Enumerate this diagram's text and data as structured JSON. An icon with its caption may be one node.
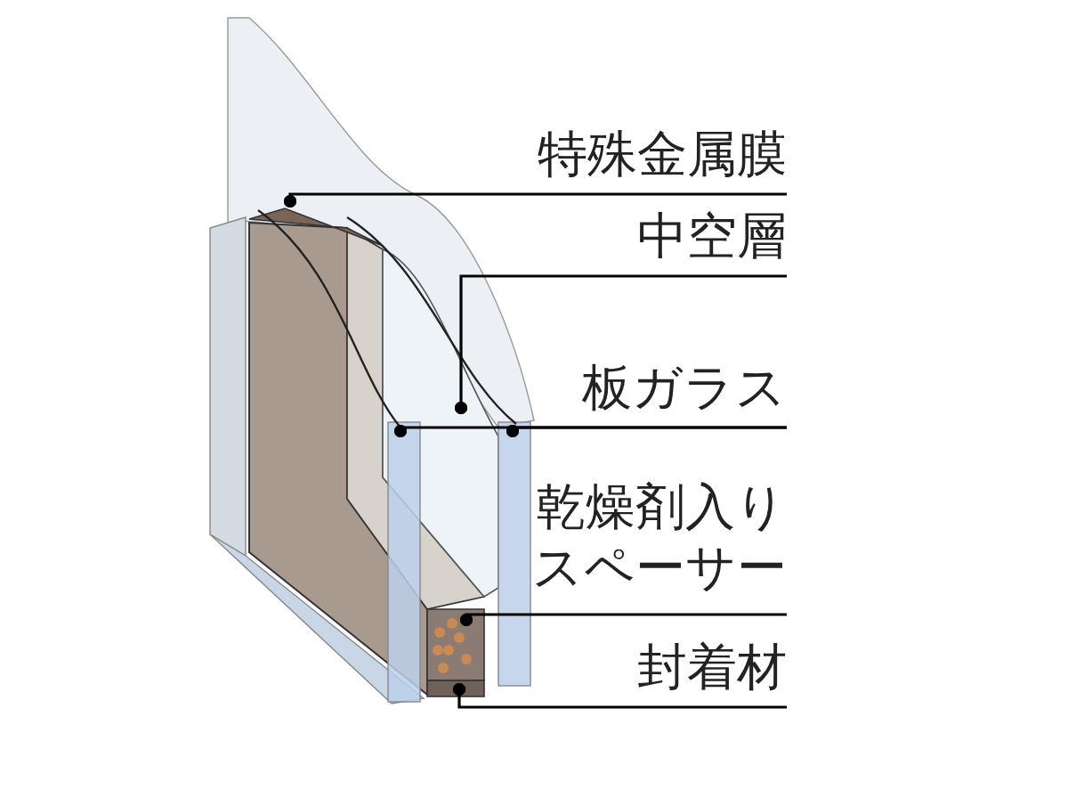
{
  "diagram": {
    "nodes": [
      {
        "text": [
          "特殊金属膜"
        ]
      },
      {
        "text": [
          "中空層"
        ]
      },
      {
        "text": [
          "板ガラス"
        ]
      },
      {
        "text": [
          "乾燥剤入りスペーサー"
        ]
      },
      {
        "text": [
          "封着材"
        ]
      },
      {
        "text": [],
        "shape": "picture"
      },
      {
        "text": [],
        "shape": "picture"
      },
      {
        "text": [],
        "shape": "box"
      },
      {
        "text": [],
        "shape": "box"
      },
      {
        "text": [],
        "shape": "picture"
      },
      {
        "text": [],
        "shape": "box"
      }
    ],
    "edges": [
      {
        "from": 0,
        "to": 5,
        "arrow": "other"
      },
      {
        "from": 1,
        "to": 6,
        "arrow": "other"
      },
      {
        "from": 2,
        "to": 7,
        "arrow": "other"
      },
      {
        "from": 2,
        "to": 8,
        "arrow": "other"
      },
      {
        "from": 3,
        "to": 9,
        "arrow": "other"
      },
      {
        "from": 4,
        "to": 10,
        "arrow": "other"
      }
    ]
  }
}
